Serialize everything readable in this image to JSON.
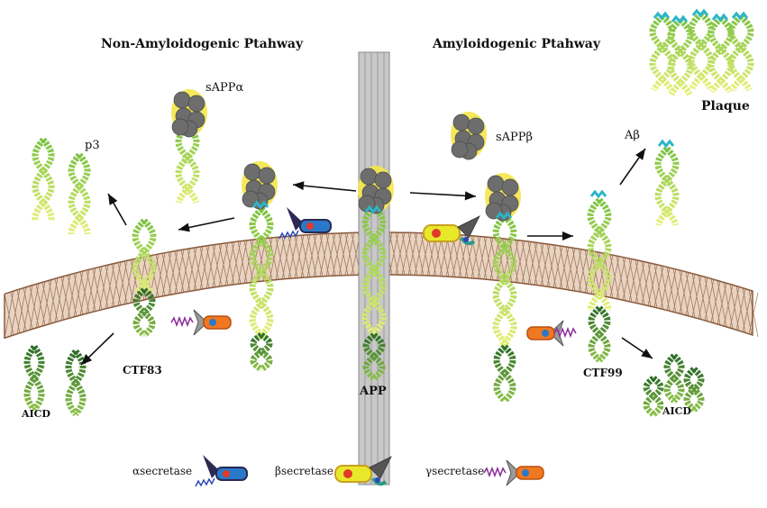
{
  "titles": {
    "non_amyloid": "Non-Amyloidogenic Ptahway",
    "amyloid": "Amyloidogenic Ptahway",
    "plaque": "Plaque"
  },
  "labels": {
    "sappa": "sAPPα",
    "sappb": "sAPPβ",
    "p3": "p3",
    "abeta": "Aβ",
    "ctf83": "CTF83",
    "ctf99": "CTF99",
    "app": "APP",
    "aicd_left": "AICD",
    "aicd_right": "AICD"
  },
  "legend": {
    "alpha": "αsecretase",
    "beta": "βsecretase",
    "gamma": "γsecretase"
  },
  "colors": {
    "membrane": "#8a5a3c",
    "helix_green": "#7cc242",
    "helix_yellow": "#e8f07a",
    "helix_dark": "#2e6e2a",
    "cyan": "#2bb5c9",
    "ectodomain": "#6d6d6d",
    "ecto_glow": "#f4e64a",
    "alpha_blue": "#2a78c8",
    "alpha_dark": "#2a2a55",
    "beta_yellow": "#e8e82a",
    "gamma_orange": "#f07820",
    "grey_blade": "#9a9a9a",
    "red_dot": "#e23a2a",
    "purple_zig": "#8a2a9a",
    "blue_zig": "#2a48b8"
  }
}
